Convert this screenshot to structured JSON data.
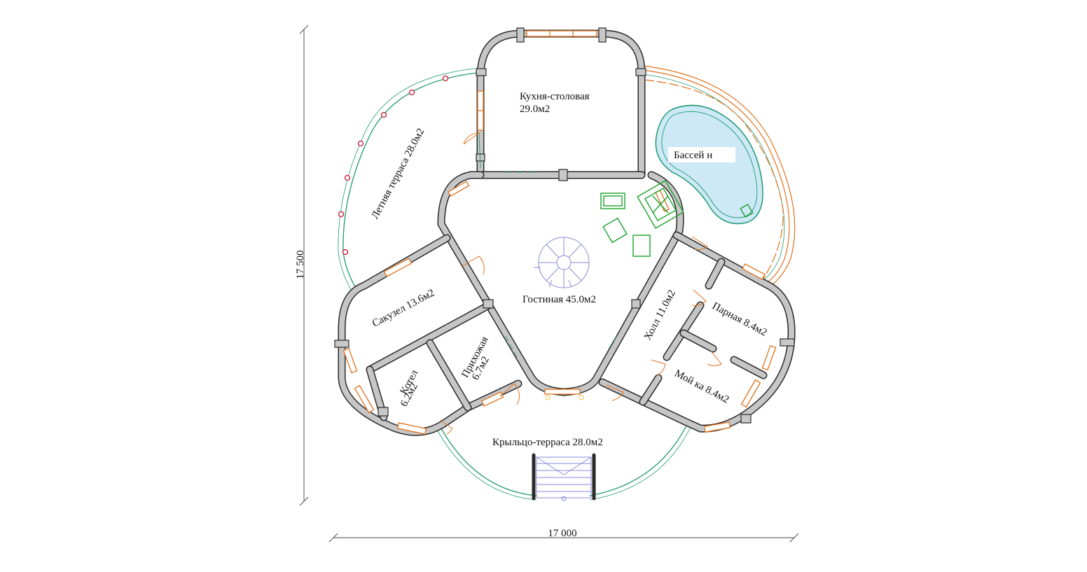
{
  "rooms": {
    "kitchen": {
      "name": "Кухня-столовая",
      "area": "29.0м2"
    },
    "pool": {
      "name": "Бассей н"
    },
    "summer_terrace": {
      "label": "Летняя терраса 28.0м2"
    },
    "living": {
      "label": "Гостиная 45.0м2"
    },
    "bathroom": {
      "label": "Сакузел 13.6м2"
    },
    "boiler": {
      "name": "Котел",
      "area": "6.2м2"
    },
    "hallway": {
      "name": "Прихожая",
      "area": "6.7м2"
    },
    "hall": {
      "label": "Холл 11.0м2"
    },
    "steam_room": {
      "label": "Парная 8.4м2"
    },
    "washroom": {
      "label": "Мой ка 8.4м2"
    },
    "porch": {
      "label": "Крыльцо-терраса 28.0м2"
    }
  },
  "dimensions": {
    "width": "17 000",
    "height": "17 500"
  },
  "colors": {
    "wall": "#c8c8c8",
    "window": "#e0711c",
    "railing": "#1e9a6e",
    "furniture": "#1aa22a",
    "pool_water": "#cde8f7",
    "stair": "#8a8ad8"
  }
}
